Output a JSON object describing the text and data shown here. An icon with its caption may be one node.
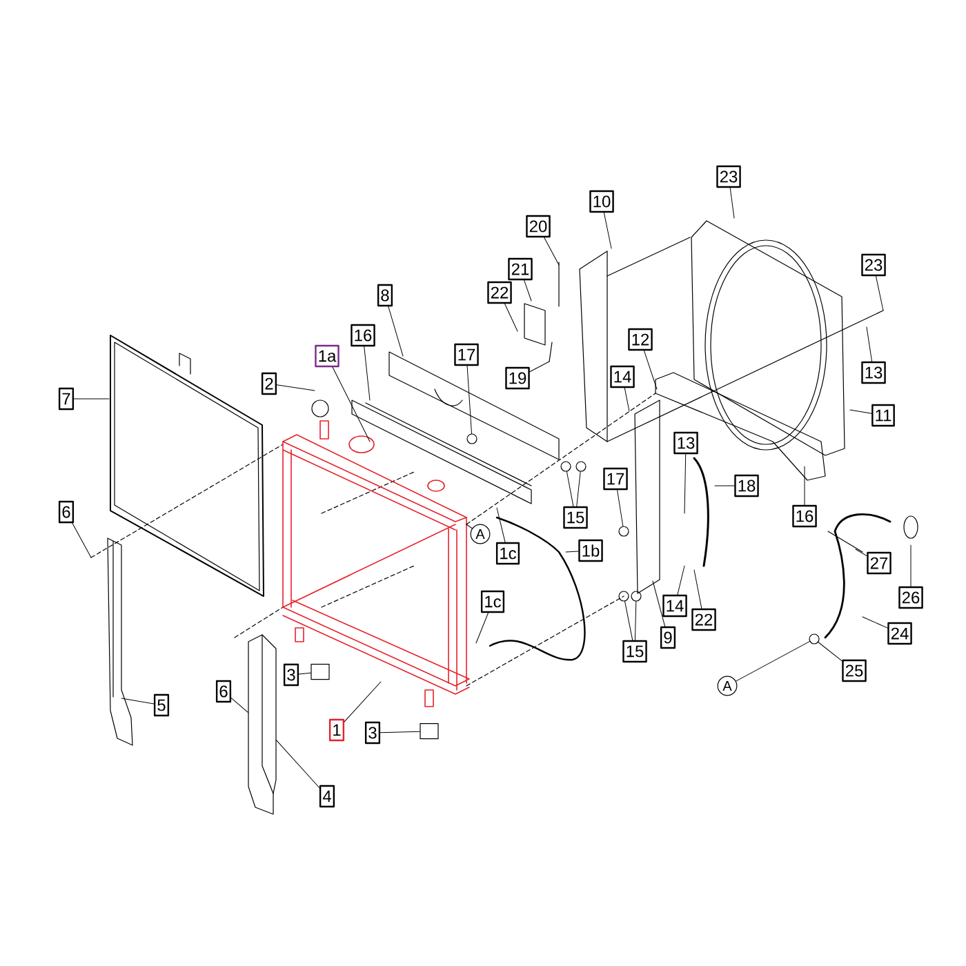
{
  "diagram": {
    "nodes": [
      {
        "text": [
          "23"
        ]
      },
      {
        "text": [
          "10"
        ]
      },
      {
        "text": [
          "20"
        ]
      },
      {
        "text": [
          "23"
        ]
      },
      {
        "text": [
          "21"
        ]
      },
      {
        "text": [
          "22"
        ]
      },
      {
        "text": [
          "8"
        ]
      },
      {
        "text": [
          "16"
        ]
      },
      {
        "text": [
          "12"
        ]
      },
      {
        "text": [
          "1a"
        ]
      },
      {
        "text": [
          "17"
        ]
      },
      {
        "text": [
          "13"
        ]
      },
      {
        "text": [
          "19"
        ]
      },
      {
        "text": [
          "2"
        ]
      },
      {
        "text": [
          "14"
        ]
      },
      {
        "text": [
          "7"
        ]
      },
      {
        "text": [
          "11"
        ]
      },
      {
        "text": [
          "13"
        ]
      },
      {
        "text": [
          "18"
        ]
      },
      {
        "text": [
          "6"
        ]
      },
      {
        "text": [
          "17"
        ]
      },
      {
        "text": [
          "15"
        ]
      },
      {
        "text": [
          "16"
        ]
      },
      {
        "text": [
          "A"
        ]
      },
      {
        "text": [
          "1c"
        ]
      },
      {
        "text": [
          "1b"
        ]
      },
      {
        "text": [
          "27"
        ]
      },
      {
        "text": [
          "26"
        ]
      },
      {
        "text": [
          "1c"
        ]
      },
      {
        "text": [
          "14"
        ]
      },
      {
        "text": [
          "22"
        ]
      },
      {
        "text": [
          "24"
        ]
      },
      {
        "text": [
          "9"
        ]
      },
      {
        "text": [
          "15"
        ]
      },
      {
        "text": [
          "25"
        ]
      },
      {
        "text": [
          "3"
        ]
      },
      {
        "text": [
          "A"
        ]
      },
      {
        "text": [
          "6"
        ]
      },
      {
        "text": [
          "5"
        ]
      },
      {
        "text": [
          "1"
        ]
      },
      {
        "text": [
          "3"
        ]
      },
      {
        "text": [
          "4"
        ]
      },
      {
        "text": [],
        "shape": "circle"
      },
      {
        "text": [],
        "shape": "circle"
      },
      {
        "text": [],
        "shape": "circle"
      },
      {
        "text": [],
        "shape": "circle"
      },
      {
        "text": [],
        "shape": "circle"
      },
      {
        "text": [],
        "shape": "circle"
      },
      {
        "text": [],
        "shape": "cylinder"
      },
      {
        "text": [],
        "shape": "cylinder"
      },
      {
        "text": [],
        "shape": "bar"
      },
      {
        "text": [],
        "shape": "circle"
      }
    ],
    "edges": [
      {
        "from": 0,
        "to": null,
        "arrow": "none"
      },
      {
        "from": 1,
        "to": null,
        "arrow": "none"
      },
      {
        "from": 2,
        "to": null,
        "arrow": "none"
      },
      {
        "from": 3,
        "to": null,
        "arrow": "none"
      },
      {
        "from": 4,
        "to": null,
        "arrow": "none"
      },
      {
        "from": 5,
        "to": null,
        "arrow": "none"
      },
      {
        "from": 6,
        "to": null,
        "arrow": "none"
      },
      {
        "from": 7,
        "to": null,
        "arrow": "none"
      },
      {
        "from": 8,
        "to": null,
        "arrow": "none"
      },
      {
        "from": 9,
        "to": null,
        "arrow": "none"
      },
      {
        "from": 10,
        "to": 42,
        "arrow": "none"
      },
      {
        "from": 11,
        "to": null,
        "arrow": "none"
      },
      {
        "from": 12,
        "to": null,
        "arrow": "none"
      },
      {
        "from": 13,
        "to": null,
        "arrow": "none"
      },
      {
        "from": 14,
        "to": null,
        "arrow": "none"
      },
      {
        "from": 15,
        "to": null,
        "arrow": "none"
      },
      {
        "from": 16,
        "to": null,
        "arrow": "none"
      },
      {
        "from": 17,
        "to": null,
        "arrow": "none"
      },
      {
        "from": 18,
        "to": null,
        "arrow": "none"
      },
      {
        "from": 19,
        "to": null,
        "arrow": "none"
      },
      {
        "from": 20,
        "to": 45,
        "arrow": "none"
      },
      {
        "from": 21,
        "to": 43,
        "arrow": "none"
      },
      {
        "from": 21,
        "to": 44,
        "arrow": "none"
      },
      {
        "from": 22,
        "to": null,
        "arrow": "none"
      },
      {
        "from": 23,
        "to": null,
        "arrow": "none"
      },
      {
        "from": 24,
        "to": null,
        "arrow": "none"
      },
      {
        "from": 25,
        "to": null,
        "arrow": "none"
      },
      {
        "from": 26,
        "to": null,
        "arrow": "none"
      },
      {
        "from": 27,
        "to": null,
        "arrow": "none"
      },
      {
        "from": 28,
        "to": null,
        "arrow": "none"
      },
      {
        "from": 29,
        "to": null,
        "arrow": "none"
      },
      {
        "from": 30,
        "to": null,
        "arrow": "none"
      },
      {
        "from": 31,
        "to": null,
        "arrow": "none"
      },
      {
        "from": 32,
        "to": null,
        "arrow": "none"
      },
      {
        "from": 33,
        "to": 46,
        "arrow": "none"
      },
      {
        "from": 33,
        "to": 47,
        "arrow": "none"
      },
      {
        "from": 34,
        "to": 51,
        "arrow": "none"
      },
      {
        "from": 35,
        "to": 48,
        "arrow": "none"
      },
      {
        "from": 36,
        "to": 51,
        "arrow": "none"
      },
      {
        "from": 37,
        "to": 50,
        "arrow": "none"
      },
      {
        "from": 38,
        "to": null,
        "arrow": "none"
      },
      {
        "from": 39,
        "to": null,
        "arrow": "none"
      },
      {
        "from": 40,
        "to": 49,
        "arrow": "none"
      },
      {
        "from": 41,
        "to": 50,
        "arrow": "none"
      }
    ]
  }
}
